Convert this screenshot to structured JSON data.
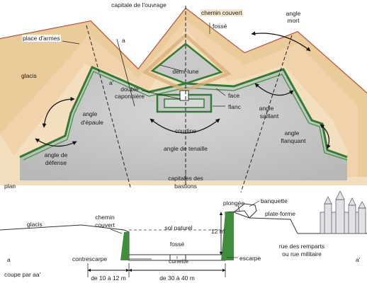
{
  "plan": {
    "capitale_ouvrage": "capitale de l'ouvrage",
    "chemin_couvert": "chemin couvert",
    "fosse": "fossé",
    "angle_mort_1": "angle",
    "angle_mort_2": "mort",
    "place_armes": "place d'armes",
    "glacis": "glacis",
    "a_top": "a",
    "a_inner": "a'",
    "demi_lune": "demi-lune",
    "double_caponniere_1": "double",
    "double_caponniere_2": "caponnière",
    "face": "face",
    "flanc": "flanc",
    "angle_epaule_1": "angle",
    "angle_epaule_2": "d'épaule",
    "angle_saillant_1": "angle",
    "angle_saillant_2": "saillant",
    "courtine": "courtine",
    "angle_flanquant_1": "angle",
    "angle_flanquant_2": "flanquant",
    "angle_defense_1": "angle de",
    "angle_defense_2": "défense",
    "angle_tenaille": "angle de tenaille",
    "capitales_bastions_1": "capitales des",
    "capitales_bastions_2": "bastions",
    "plan": "plan"
  },
  "section": {
    "plongee": "plongée",
    "banquette": "banquette",
    "plate_forme": "plate-forme",
    "chemin_couvert_1": "chemin",
    "chemin_couvert_2": "couvert",
    "glacis": "glacis",
    "sol_naturel": "sol naturel",
    "hauteur": "12 m",
    "fosse": "fossé",
    "rue_remparts_1": "rue des remparts",
    "rue_remparts_2": "ou rue militaire",
    "a_left": "a",
    "a_right": "a'",
    "contrescarpe": "contrescarpe",
    "cunette": "cunette",
    "escarpe": "escarpe",
    "coupe": "coupe par aa'",
    "dim_1": "de 10 à 12 m",
    "dim_2": "de 30 à 40 m"
  },
  "colors": {
    "glacis_fill": "#f3dfbe",
    "ground_fill": "#c8c8c8",
    "rampart_green": "#2f7d32",
    "outer_red": "#b0442a",
    "accent_green": "#3e8e3c"
  }
}
